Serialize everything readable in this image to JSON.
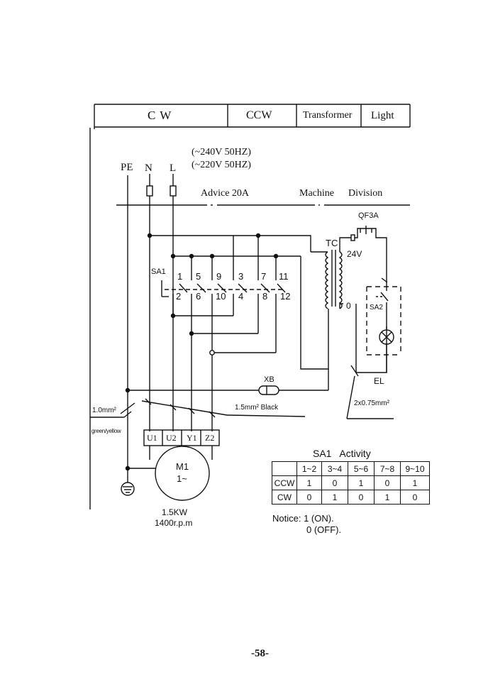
{
  "header": {
    "cw": "C W",
    "ccw": "CCW",
    "transformer": "Transformer",
    "light": "Light"
  },
  "supply": {
    "v1": "(~240V 50HZ)",
    "v2": "(~220V 50HZ)",
    "pe": "PE",
    "n": "N",
    "l": "L",
    "advice": "Advice 20A",
    "machine": "Machine",
    "division": "Division"
  },
  "switch": {
    "label": "SA1",
    "top": [
      "1",
      "5",
      "9",
      "3",
      "7",
      "11"
    ],
    "bottom": [
      "2",
      "6",
      "10",
      "4",
      "8",
      "12"
    ]
  },
  "transformer": {
    "tc": "TC",
    "v24": "24V",
    "zero": "0",
    "qf": "QF3A"
  },
  "lamp": {
    "sa2": "SA2",
    "el": "EL",
    "cable": "2x0.75mm²"
  },
  "xb": "XB",
  "wires": {
    "ground": "1.0mm²",
    "ground_color": "green/yellow",
    "black": "1.5mm² Black"
  },
  "motor": {
    "terminals": [
      "U1",
      "U2",
      "Y1",
      "Z2"
    ],
    "name": "M1",
    "phase": "1~",
    "power": "1.5KW",
    "speed": "1400r.p.m"
  },
  "activity": {
    "title": "SA1   Activity",
    "columns": [
      "",
      "1~2",
      "3~4",
      "5~6",
      "7~8",
      "9~10"
    ],
    "rows": [
      {
        "label": "CCW",
        "values": [
          "1",
          "0",
          "1",
          "0",
          "1"
        ]
      },
      {
        "label": "CW",
        "values": [
          "0",
          "1",
          "0",
          "1",
          "0"
        ]
      }
    ]
  },
  "notice": {
    "line1": "Notice: 1 (ON).",
    "line2": "0 (OFF)."
  },
  "page_number": "-58-"
}
